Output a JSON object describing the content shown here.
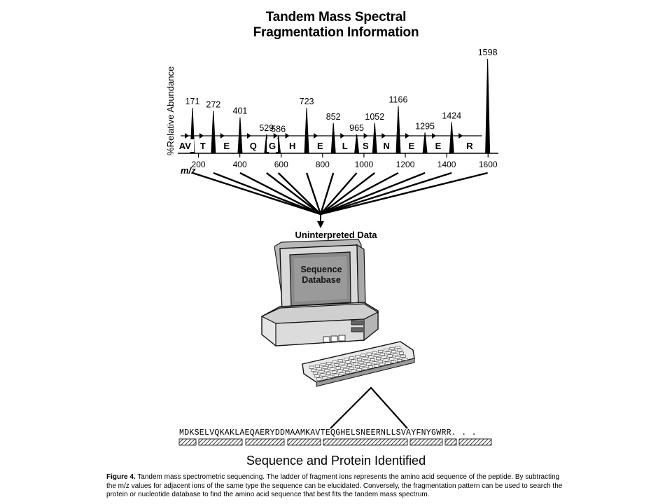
{
  "figure": {
    "title_line1": "Tandem Mass Spectral",
    "title_line2": "Fragmentation Information",
    "uninterpreted_label": "Uninterpreted Data",
    "monitor_label_line1": "Sequence",
    "monitor_label_line2": "Database",
    "protein_sequence": "MDKSELVQKAKLAEQAERYDDMAAMKAVTEQGHELSNEERNLLSVAYFNYGWRR. . .",
    "result_title": "Sequence and Protein Identified",
    "caption_label": "Figure 4.",
    "caption_text": "Tandem mass spectrometric sequencing. The ladder of fragment ions represents the amino acid sequence of the peptide. By subtracting the m/z values for adjacent ions of the same type the sequence can be elucidated. Conversely, the fragmentation pattern can be used to search the protein or nucleotide database to find the amino acid sequence that best fits the tandem mass spectrum."
  },
  "chart_data": {
    "type": "bar",
    "title": "",
    "xlabel": "m/z",
    "ylabel": "%Relative Abundance",
    "xlim": [
      100,
      1650
    ],
    "ylim": [
      0,
      100
    ],
    "x_ticks": [
      200,
      400,
      600,
      800,
      1000,
      1200,
      1400,
      1600
    ],
    "peaks": [
      {
        "mz": 171,
        "intensity": 48,
        "label": "171"
      },
      {
        "mz": 272,
        "intensity": 45,
        "label": "272"
      },
      {
        "mz": 401,
        "intensity": 38,
        "label": "401"
      },
      {
        "mz": 529,
        "intensity": 20,
        "label": "529"
      },
      {
        "mz": 586,
        "intensity": 19,
        "label": "586"
      },
      {
        "mz": 723,
        "intensity": 48,
        "label": "723"
      },
      {
        "mz": 852,
        "intensity": 32,
        "label": "852"
      },
      {
        "mz": 965,
        "intensity": 20,
        "label": "965"
      },
      {
        "mz": 1052,
        "intensity": 32,
        "label": "1052"
      },
      {
        "mz": 1166,
        "intensity": 50,
        "label": "1166"
      },
      {
        "mz": 1295,
        "intensity": 22,
        "label": "1295"
      },
      {
        "mz": 1424,
        "intensity": 33,
        "label": "1424"
      },
      {
        "mz": 1598,
        "intensity": 100,
        "label": "1598"
      }
    ],
    "residue_labels": [
      {
        "mz": 135,
        "label": "AV"
      },
      {
        "mz": 221,
        "label": "T"
      },
      {
        "mz": 336,
        "label": "E"
      },
      {
        "mz": 465,
        "label": "Q"
      },
      {
        "mz": 557,
        "label": "G"
      },
      {
        "mz": 654,
        "label": "H"
      },
      {
        "mz": 788,
        "label": "E"
      },
      {
        "mz": 908,
        "label": "L"
      },
      {
        "mz": 1008,
        "label": "S"
      },
      {
        "mz": 1109,
        "label": "N"
      },
      {
        "mz": 1230,
        "label": "E"
      },
      {
        "mz": 1359,
        "label": "E"
      },
      {
        "mz": 1511,
        "label": "R"
      }
    ]
  }
}
